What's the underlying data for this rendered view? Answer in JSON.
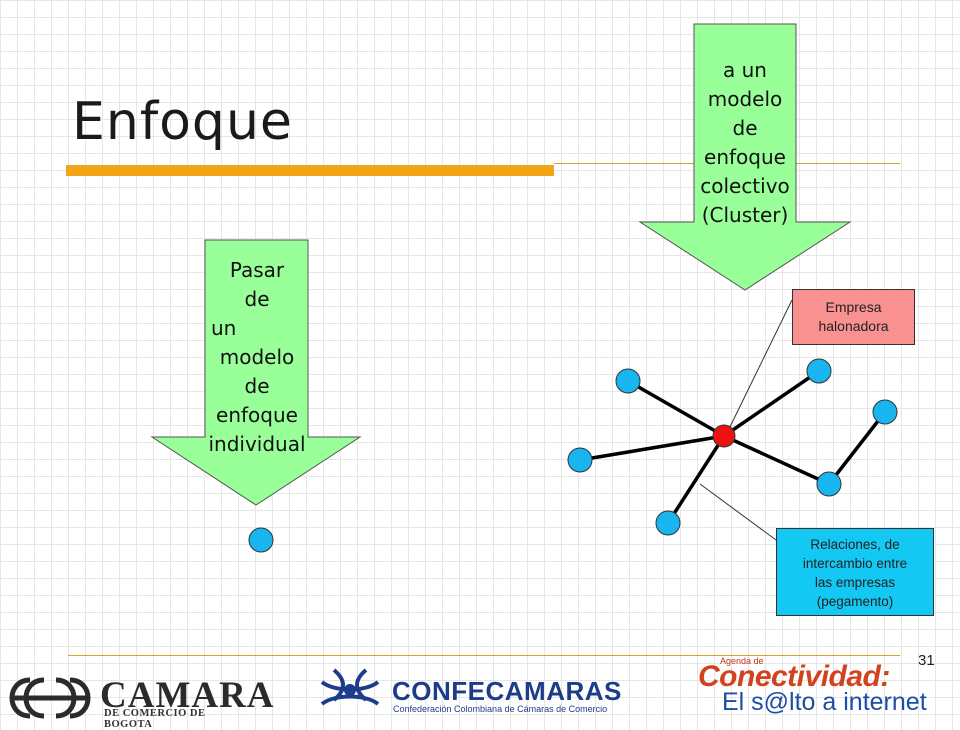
{
  "slide": {
    "title": "Enfoque",
    "page_number": "31"
  },
  "diagram": {
    "arrow_left": {
      "lines": [
        "Pasar",
        "de",
        "un",
        "modelo",
        "de",
        "enfoque",
        "individual"
      ],
      "fill": "#99ff99"
    },
    "arrow_right": {
      "lines": [
        "a un",
        "modelo",
        "de",
        "enfoque",
        "colectivo",
        "(Cluster)"
      ],
      "fill": "#99ff99"
    },
    "callout_lead": {
      "lines": [
        "Empresa",
        "halonadora"
      ],
      "fill": "#f99191"
    },
    "callout_relations": {
      "lines": [
        "Relaciones, de",
        "intercambio entre",
        "las empresas",
        "(pegamento)"
      ],
      "fill": "#13c9f3"
    },
    "node_color": "#19b5f0",
    "hub_color": "#ee1111"
  },
  "logos": {
    "camara": {
      "name": "CAMARA",
      "subtitle": "DE COMERCIO DE BOGOTA"
    },
    "confecamaras": {
      "name": "CONFECAMARAS",
      "subtitle": "Confederación Colombiana de Cámaras de Comercio"
    },
    "agenda": {
      "small": "Agenda de",
      "main": "Conectividad:",
      "sub": "El s@lto a internet"
    }
  }
}
